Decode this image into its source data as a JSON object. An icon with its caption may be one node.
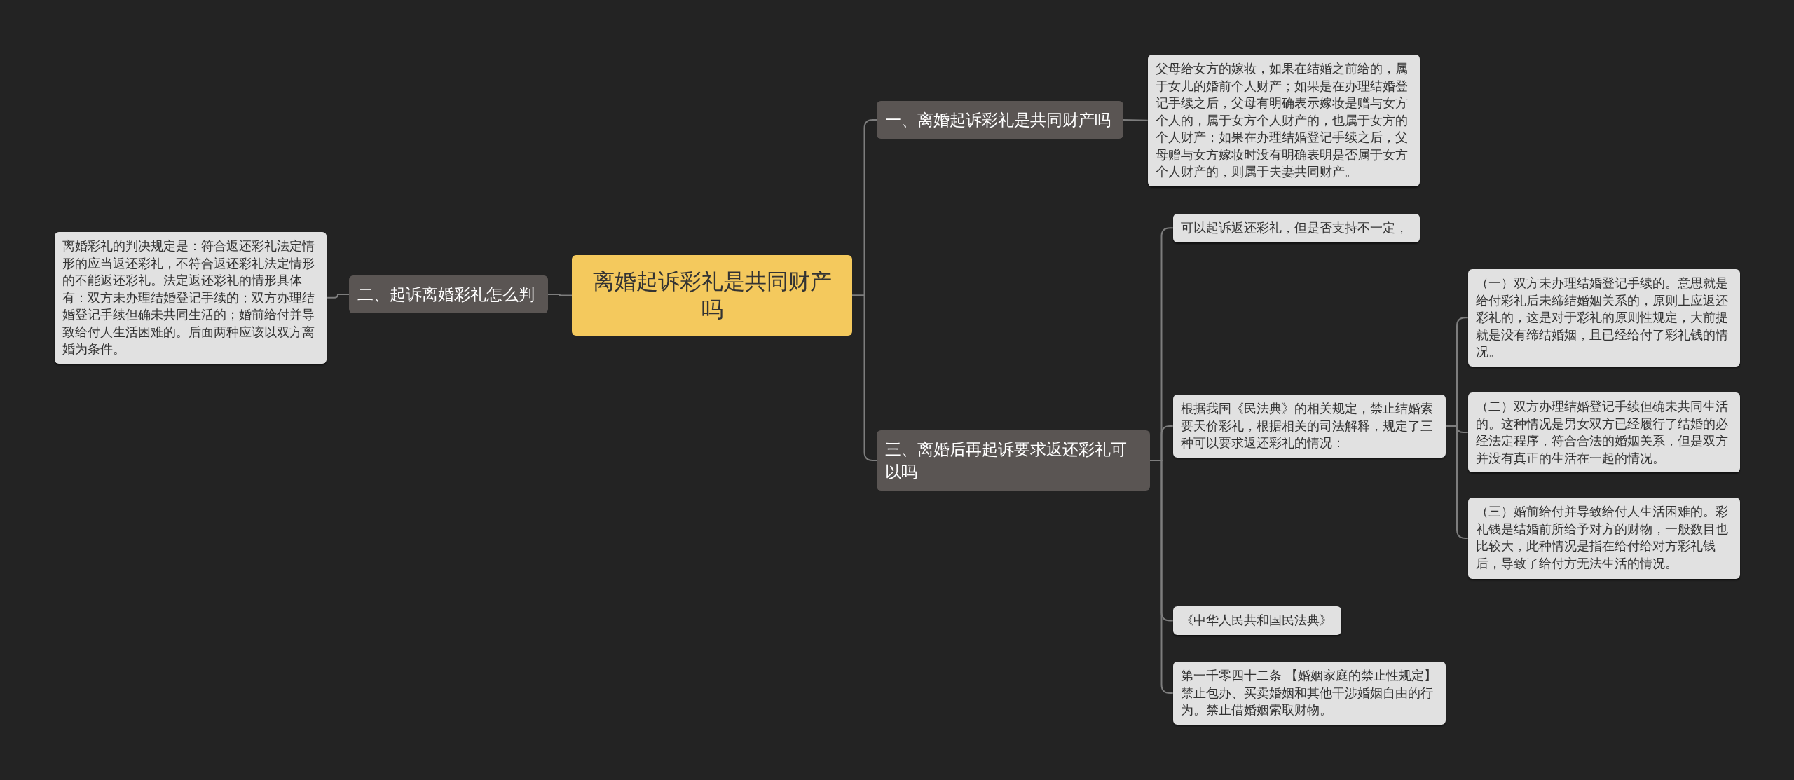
{
  "diagram": {
    "nodes": [
      {
        "text": [
          "离婚起诉彩礼是共同财产吗"
        ]
      },
      {
        "text": [
          "一、离婚起诉彩礼是共同财产吗"
        ]
      },
      {
        "text": [
          "父母给女方的嫁妆，如果在结婚之前给的，属于女儿的婚前个人财产；如果是在办理结婚登记手续之后，父母有明确表示嫁妆是赠与女方个人的，属于女方个人财产的，也属于女方的个人财产；如果在办理结婚登记手续之后，父母赠与女方嫁妆时没有明确表明是否属于女方个人财产的，则属于夫妻共同财产。"
        ]
      },
      {
        "text": [
          "二、起诉离婚彩礼怎么判"
        ]
      },
      {
        "text": [
          "离婚彩礼的判决规定是：符合返还彩礼法定情形的应当返还彩礼，不符合返还彩礼法定情形的不能返还彩礼。法定返还彩礼的情形具体有：双方未办理结婚登记手续的；双方办理结婚登记手续但确未共同生活的；婚前给付并导致给付人生活困难的。后面两种应该以双方离婚为条件。"
        ]
      },
      {
        "text": [
          "三、离婚后再起诉要求返还彩礼可以吗"
        ]
      },
      {
        "text": [
          "可以起诉返还彩礼，但是否支持不一定，"
        ]
      },
      {
        "text": [
          "根据我国《民法典》的相关规定，禁止结婚索要天价彩礼，根据相关的司法解释，规定了三种可以要求返还彩礼的情况："
        ]
      },
      {
        "text": [
          "（一）双方未办理结婚登记手续的。意思就是给付彩礼后未缔结婚姻关系的，原则上应返还彩礼的，这是对于彩礼的原则性规定，大前提就是没有缔结婚姻，且已经给付了彩礼钱的情况。"
        ]
      },
      {
        "text": [
          "（二）双方办理结婚登记手续但确未共同生活的。这种情况是男女双方已经履行了结婚的必经法定程序，符合合法的婚姻关系，但是双方并没有真正的生活在一起的情况。"
        ]
      },
      {
        "text": [
          "（三）婚前给付并导致给付人生活困难的。彩礼钱是结婚前所给予对方的财物，一般数目也比较大，此种情况是指在给付给对方彩礼钱后，导致了给付方无法生活的情况。"
        ]
      },
      {
        "text": [
          "《中华人民共和国民法典》"
        ]
      },
      {
        "text": [
          "第一千零四十二条 【婚姻家庭的禁止性规定】禁止包办、买卖婚姻和其他干涉婚姻自由的行为。禁止借婚姻索取财物。"
        ]
      }
    ],
    "edges": [
      {
        "from": 0,
        "to": 1,
        "arrow": "none"
      },
      {
        "from": 0,
        "to": 3,
        "arrow": "none"
      },
      {
        "from": 0,
        "to": 5,
        "arrow": "none"
      },
      {
        "from": 1,
        "to": 2,
        "arrow": "none"
      },
      {
        "from": 3,
        "to": 4,
        "arrow": "none"
      },
      {
        "from": 5,
        "to": 6,
        "arrow": "none"
      },
      {
        "from": 5,
        "to": 7,
        "arrow": "none"
      },
      {
        "from": 5,
        "to": 11,
        "arrow": "none"
      },
      {
        "from": 5,
        "to": 12,
        "arrow": "none"
      },
      {
        "from": 7,
        "to": 8,
        "arrow": "none"
      },
      {
        "from": 7,
        "to": 9,
        "arrow": "none"
      },
      {
        "from": 7,
        "to": 10,
        "arrow": "none"
      }
    ]
  }
}
